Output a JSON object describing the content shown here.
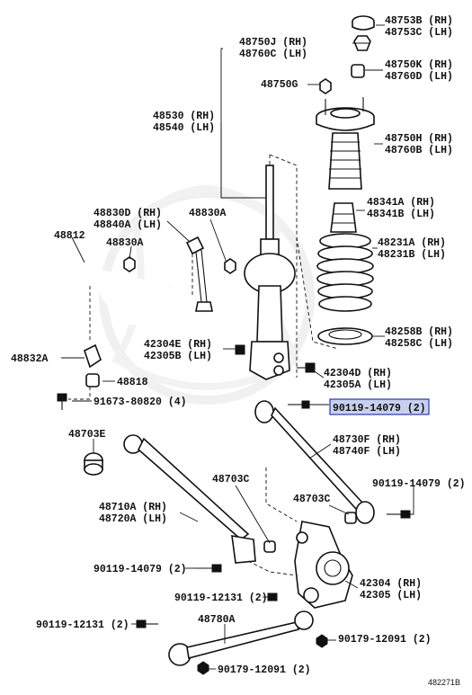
{
  "diagram_id": "482271B",
  "highlighted_part": "90119-14079 (2)",
  "colors": {
    "highlight_fill": "#c9cff0",
    "highlight_stroke": "#2b3b9c",
    "ink": "#111111",
    "watermark": "#e4e4e4"
  },
  "callouts": {
    "mount_cap_rh": "48753B (RH)",
    "mount_cap_lh": "48753C (LH)",
    "strut_assy_rh": "48750J (RH)",
    "strut_assy_lh": "48760C (LH)",
    "mount_nut_rh": "48750K (RH)",
    "mount_nut_lh": "48760D (LH)",
    "nut_48750g": "48750G",
    "shock_rh": "48530 (RH)",
    "shock_lh": "48540 (LH)",
    "support_rh": "48750H (RH)",
    "support_lh": "48760B (LH)",
    "bumper_rh": "48341A (RH)",
    "bumper_lh": "48341B (LH)",
    "link_rh": "48830D (RH)",
    "link_lh": "48840A (LH)",
    "link_48830a_top": "48830A",
    "stabilizer_bar": "48812",
    "link_48830a_mid": "48830A",
    "coil_spring_rh": "48231A (RH)",
    "coil_spring_lh": "48231B (LH)",
    "spring_insulator_rh": "48258B (RH)",
    "spring_insulator_lh": "48258C (LH)",
    "bolt_42304e_rh": "42304E (RH)",
    "bolt_42305b_lh": "42305B (LH)",
    "bushing_48832a": "48832A",
    "bracket_48818": "48818",
    "bolt_42304d_rh": "42304D (RH)",
    "bolt_42305a_lh": "42305A (LH)",
    "bolt_91673": "91673-80820 (4)",
    "bolt_90119_14079_highlight": "90119-14079 (2)",
    "arm_bushing_48703e": "48703E",
    "strut_rod_rh": "48730F (RH)",
    "strut_rod_lh": "48740F (LH)",
    "bolt_90119_14079_right": "90119-14079 (2)",
    "arm_bushing_48703c_upper": "48703C",
    "lower_arm_rh": "48710A (RH)",
    "lower_arm_lh": "48720A (LH)",
    "arm_bushing_48703c_lower": "48703C",
    "bolt_90119_14079_left": "90119-14079 (2)",
    "carrier_rh": "42304 (RH)",
    "carrier_lh": "42305 (LH)",
    "bolt_90119_12131_mid": "90119-12131 (2)",
    "lower_link": "48780A",
    "bolt_90119_12131_left": "90119-12131 (2)",
    "bolt_90179_12091_right": "90179-12091 (2)",
    "bolt_90179_12091_bottom": "90179-12091 (2)"
  }
}
